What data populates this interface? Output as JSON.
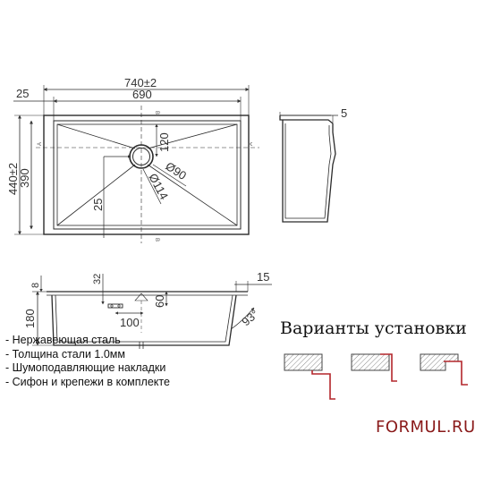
{
  "top_view": {
    "dim_overall_width": "740±2",
    "dim_bowl_width": "690",
    "dim_flange": "25",
    "dim_overall_depth": "440±2",
    "dim_bowl_depth": "390",
    "dim_drain_offset_top": "120",
    "dim_drain_offset_left": "25",
    "dim_drain_diameter_inner": "Ø90",
    "dim_drain_diameter_outer": "Ø114",
    "section_mark_a": "A",
    "section_mark_b": "B"
  },
  "side_view": {
    "dim_rim": "5"
  },
  "section_view": {
    "dim_height": "180",
    "dim_rim_thickness": "8",
    "dim_overflow_offset": "32",
    "dim_overflow_distance": "100",
    "dim_overflow_height": "60",
    "dim_right_flange": "15",
    "dim_wall_angle": "93°"
  },
  "features": [
    "- Нержавеющая сталь",
    "- Толщина стали 1.0мм",
    "- Шумоподавляющие накладки",
    "- Сифон и крепежи в комплекте"
  ],
  "installation_title": "Варианты установки",
  "brand": "FORMUL.RU",
  "colors": {
    "line": "#2a2a2a",
    "brand": "#8a1a1a",
    "install_line": "#b3262b",
    "hatch_fill": "#e6e6e6"
  }
}
